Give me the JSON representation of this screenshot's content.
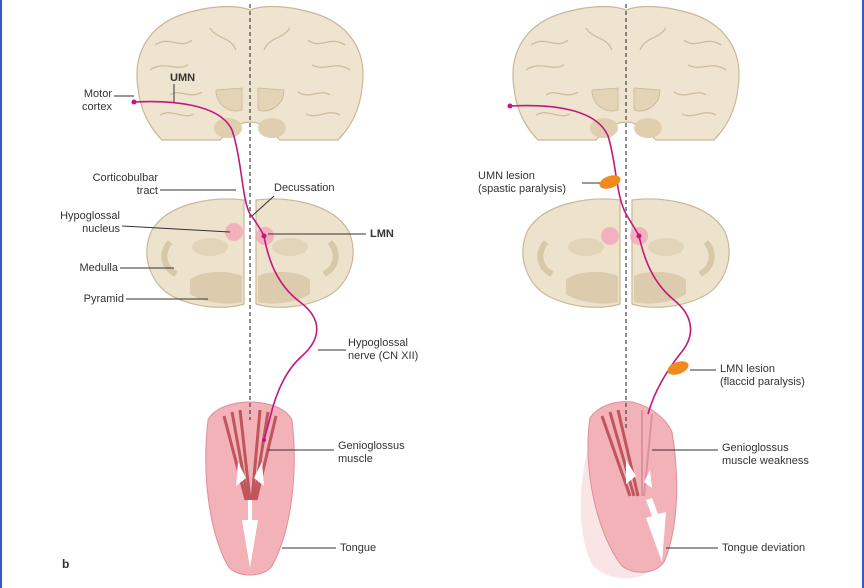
{
  "figure_label": "b",
  "colors": {
    "brain_fill": "#efe4cf",
    "brain_stroke": "#c9b898",
    "medulla_fill": "#ede3cd",
    "pyramid_fill": "#dcccad",
    "tract": "#c2187d",
    "nucleus": "#f4a0b8",
    "tongue_fill": "#f2b2b8",
    "muscle": "#b8454f",
    "lesion": "#f08a1e",
    "midline": "#444444"
  },
  "left_panel": {
    "labels": {
      "motor_cortex": "Motor\ncortex",
      "umn": "UMN",
      "corticobulbar": "Corticobulbar\ntract",
      "decussation": "Decussation",
      "hypoglossal_nucleus": "Hypoglossal\nnucleus",
      "lmn": "LMN",
      "medulla": "Medulla",
      "pyramid": "Pyramid",
      "hypoglossal_nerve": "Hypoglossal\nnerve (CN XII)",
      "genioglossus": "Genioglossus\nmuscle",
      "tongue": "Tongue"
    }
  },
  "right_panel": {
    "labels": {
      "umn_lesion": "UMN lesion\n(spastic paralysis)",
      "lmn_lesion": "LMN lesion\n(flaccid paralysis)",
      "genioglossus_weakness": "Genioglossus\nmuscle weakness",
      "tongue_deviation": "Tongue deviation"
    }
  }
}
